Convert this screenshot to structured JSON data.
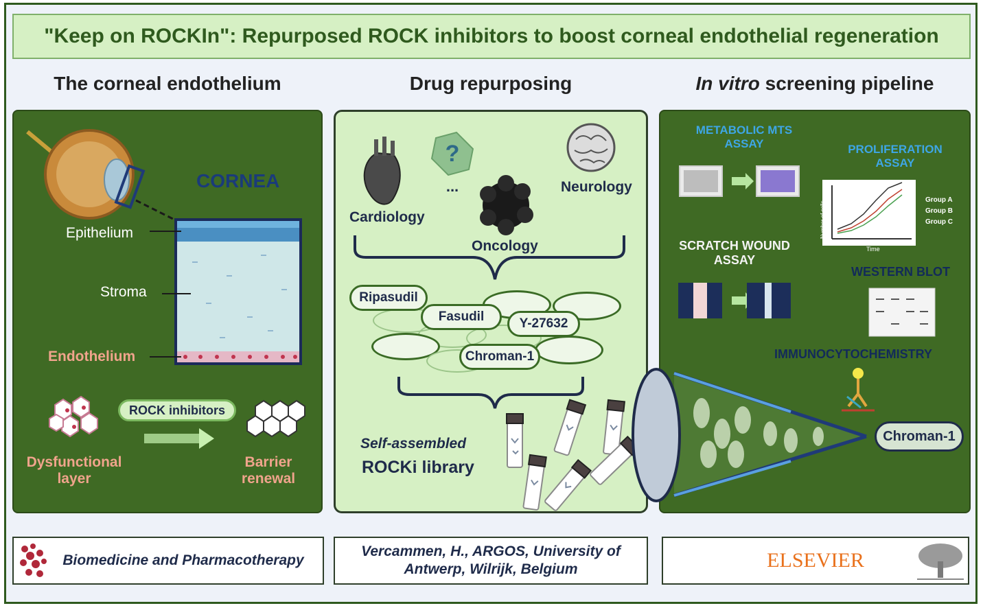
{
  "title": "\"Keep on ROCKIn\": Repurposed ROCK inhibitors to boost corneal endothelial regeneration",
  "columns": {
    "left": "The corneal endothelium",
    "middle": "Drug repurposing",
    "right_italic": "In vitro",
    "right_rest": " screening pipeline"
  },
  "cornea_panel": {
    "cornea": "CORNEA",
    "epithelium": "Epithelium",
    "stroma": "Stroma",
    "endothelium": "Endothelium",
    "rock_inhibitors": "ROCK inhibitors",
    "dysfunctional_line1": "Dysfunctional",
    "dysfunctional_line2": "layer",
    "barrier_line1": "Barrier",
    "barrier_line2": "renewal"
  },
  "repurposing_panel": {
    "question": "?",
    "ellipsis": "...",
    "cardiology": "Cardiology",
    "neurology": "Neurology",
    "oncology": "Oncology",
    "drugs": [
      "Ripasudil",
      "Fasudil",
      "Y-27632",
      "Chroman-1"
    ],
    "library_line1": "Self-assembled",
    "library_line2": "ROCKi library"
  },
  "pipeline_panel": {
    "mts_line1": "METABOLIC MTS",
    "mts_line2": "ASSAY",
    "prolif_line1": "PROLIFERATION",
    "prolif_line2": "ASSAY",
    "y_axis": "Number of cells",
    "x_axis": "Time",
    "groups": [
      "Group A",
      "Group B",
      "Group C"
    ],
    "scratch_line1": "SCRATCH WOUND",
    "scratch_line2": "ASSAY",
    "western": "WESTERN BLOT",
    "icc": "IMMUNOCYTOCHEMISTRY",
    "result": "Chroman-1"
  },
  "footer": {
    "journal": "Biomedicine and Pharmacotherapy",
    "author_line1": "Vercammen, H., ARGOS, University of",
    "author_line2": "Antwerp, Wilrijk, Belgium",
    "publisher": "ELSEVIER"
  },
  "colors": {
    "panel_green": "#3f6a24",
    "light_green": "#d6f0c4",
    "title_green": "#2f5a1e",
    "navy": "#1f2b4a",
    "salmon": "#f0a48c",
    "assay_blue": "#3ea6e6",
    "elsevier_orange": "#e9711c"
  },
  "icons": [
    "eye-icon",
    "heart-icon",
    "brain-icon",
    "tumor-icon",
    "vial-icon",
    "antibody-icon",
    "elsevier-tree-icon",
    "journal-logo-icon"
  ]
}
